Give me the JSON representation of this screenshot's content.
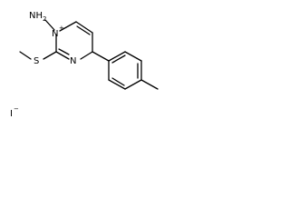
{
  "molecule": {
    "labels": {
      "amine": "NH",
      "amine_subscript": "2",
      "ring_n_plus": "N",
      "ring_n_plus_charge": "+",
      "sulfur": "S",
      "ring_n": "N",
      "iodide": "I",
      "iodide_charge": "−"
    }
  },
  "colors": {
    "bond": "#000000",
    "text": "#000000",
    "background": "#ffffff"
  }
}
